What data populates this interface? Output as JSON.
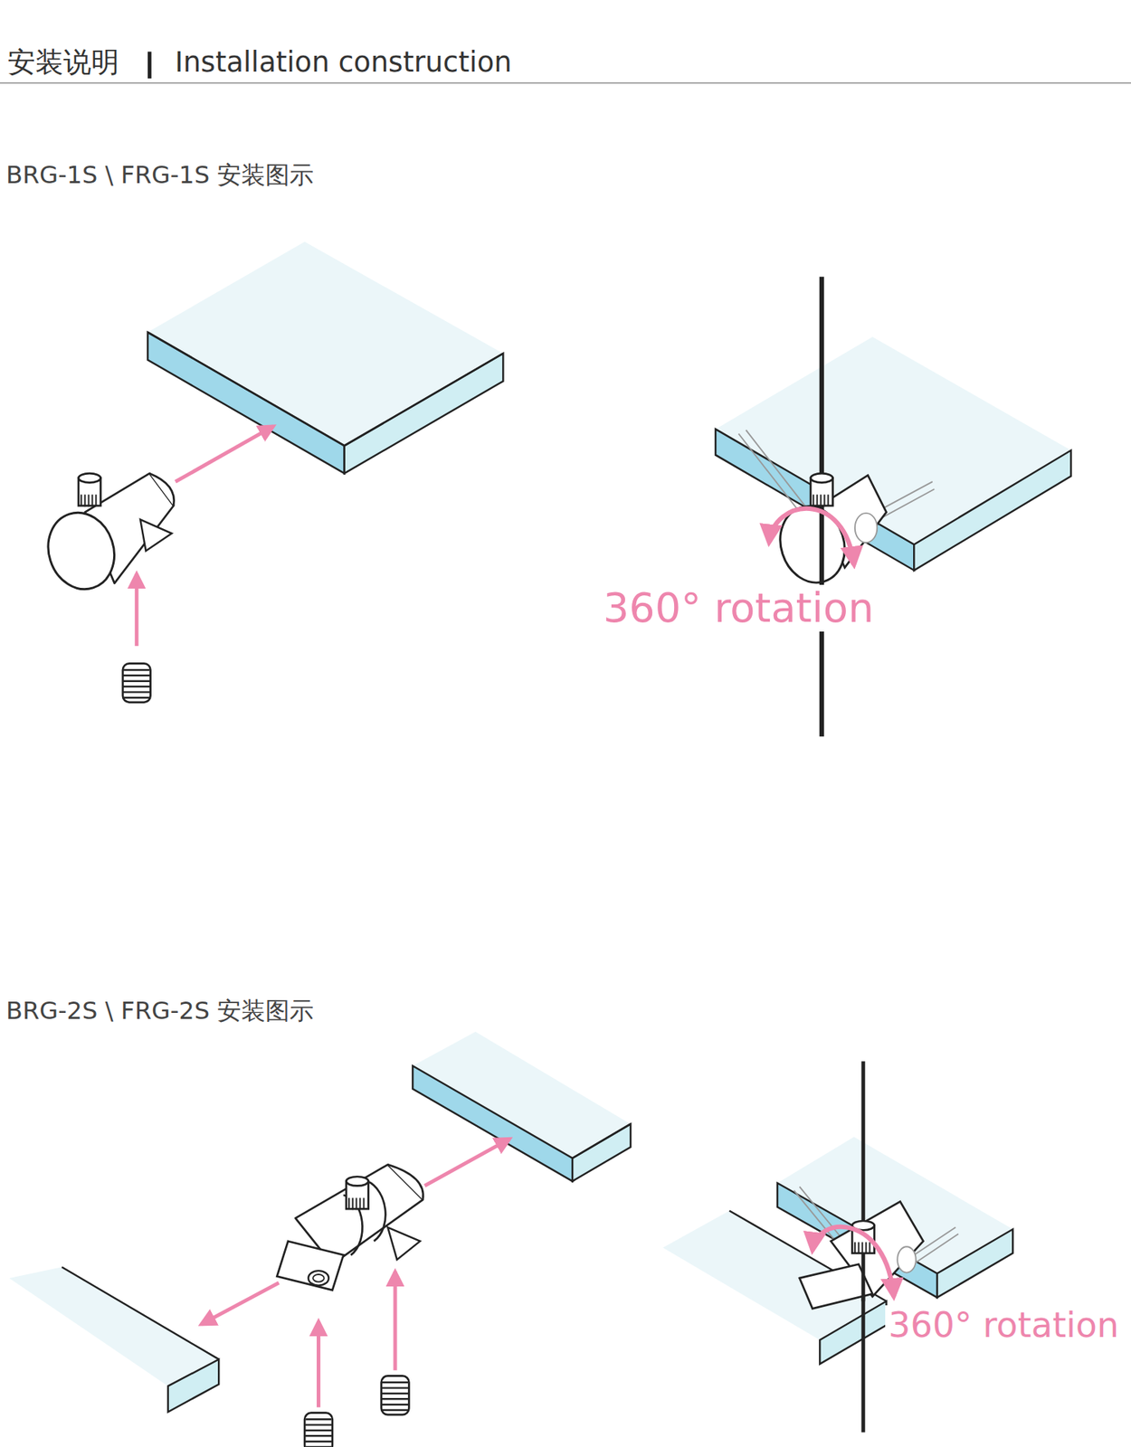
{
  "diagram": {
    "title": "安装说明",
    "labels": [
      "Installation construction",
      "BRG-1S \\ FRG-1S 安装图示",
      "360° rotation",
      "BRG-2S \\ FRG-2S 安装图示",
      "360° rotation"
    ]
  }
}
